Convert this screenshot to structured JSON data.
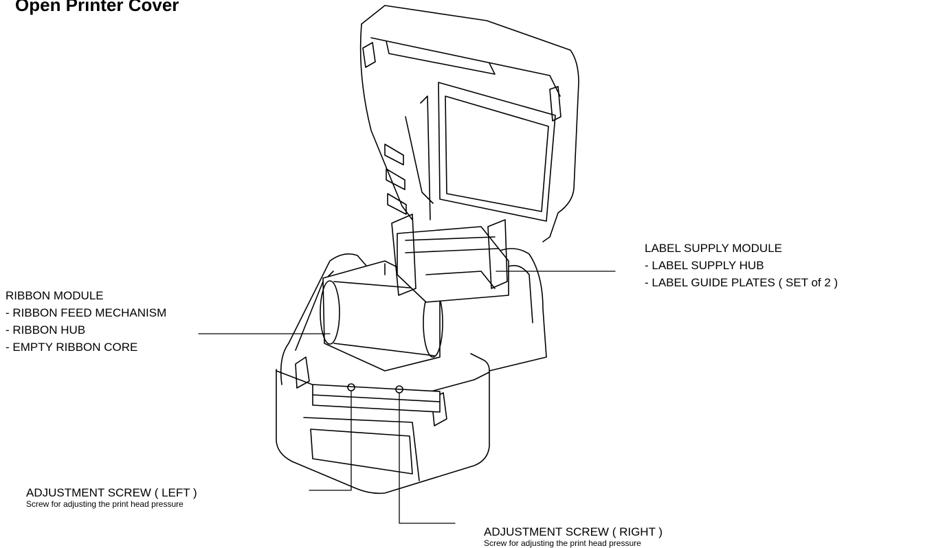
{
  "title": "Open Printer Cover",
  "ribbon_module": {
    "heading": "RIBBON MODULE",
    "items": [
      "- RIBBON FEED MECHANISM",
      "- RIBBON HUB",
      "- EMPTY RIBBON CORE"
    ]
  },
  "label_supply_module": {
    "heading": "LABEL SUPPLY MODULE",
    "items": [
      "- LABEL SUPPLY HUB",
      "- LABEL GUIDE PLATES ( SET of 2 )"
    ]
  },
  "adjustment_left": {
    "heading": "ADJUSTMENT SCREW ( LEFT )",
    "description": "Screw for adjusting the print head pressure"
  },
  "adjustment_right": {
    "heading": "ADJUSTMENT SCREW ( RIGHT )",
    "description": "Screw for adjusting the print head pressure"
  }
}
